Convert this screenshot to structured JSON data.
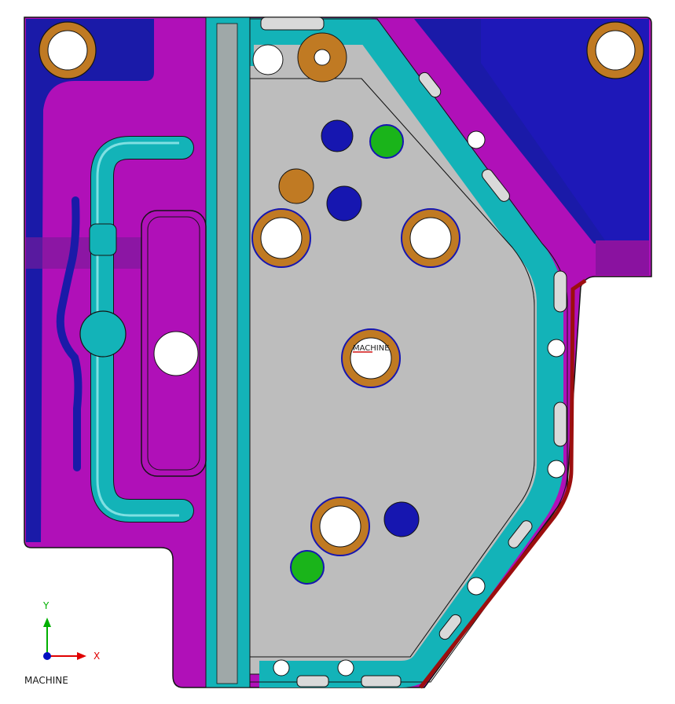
{
  "viewport": {
    "caption": "MACHINE",
    "triad": {
      "x_label": "X",
      "y_label": "Y",
      "x_color": "#e00000",
      "y_color": "#00b000",
      "origin_color": "#0010c0"
    }
  },
  "part": {
    "center_label": "MACHINE",
    "colors": {
      "mold_plate": "#b010b8",
      "cavity_floor": "#bdbdbd",
      "cooling_channel": "#13b3b8",
      "reference_surface": "#1a1aa8",
      "edge_highlight": "#9c0e0e",
      "brass_ring": "#c07a23",
      "green_pin": "#1ab41a",
      "blue_pin": "#1616b0"
    }
  }
}
